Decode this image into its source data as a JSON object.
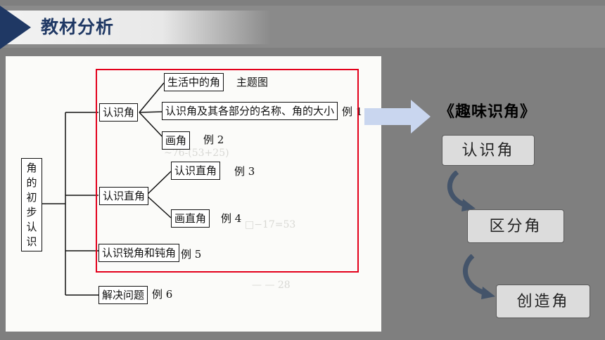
{
  "header": {
    "title": "教材分析"
  },
  "diagram": {
    "root": "角的初步认识",
    "branches": [
      {
        "label": "认识角",
        "children": [
          {
            "label": "生活中的角",
            "note": "主题图"
          },
          {
            "label": "认识角及其各部分的名称、角的大小",
            "note": "例 1"
          },
          {
            "label": "画角",
            "note": "例 2"
          }
        ]
      },
      {
        "label": "认识直角",
        "children": [
          {
            "label": "认识直角",
            "note": "例 3"
          },
          {
            "label": "画直角",
            "note": "例 4"
          }
        ]
      },
      {
        "label": "认识锐角和钝角",
        "note": "例 5"
      },
      {
        "label": "解决问题",
        "note": "例 6"
      }
    ]
  },
  "topic": {
    "title": "《趣味识角》",
    "steps": [
      "认识角",
      "区分角",
      "创造角"
    ]
  },
  "colors": {
    "accent": "#1f3864",
    "highlight": "#e3001b",
    "arrow": "#c9d6ef",
    "curve": "#44546a"
  }
}
